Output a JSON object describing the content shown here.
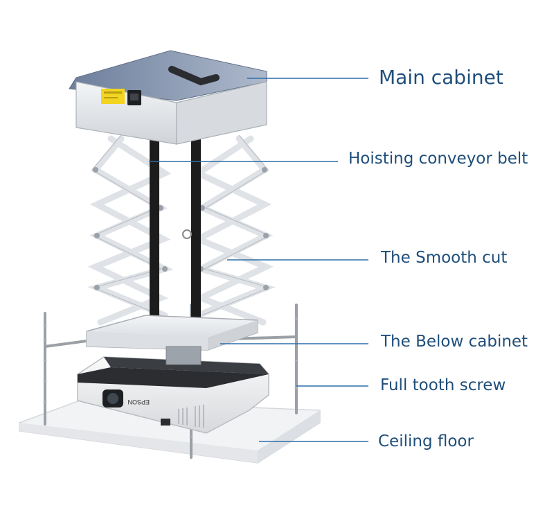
{
  "labels": {
    "main_cabinet": "Main cabinet",
    "hoisting_belt": "Hoisting conveyor belt",
    "smooth_cut": "The Smooth cut",
    "below_cabinet": "The Below cabinet",
    "tooth_screw": "Full tooth screw",
    "ceiling_floor": "Ceiling floor"
  },
  "projector": {
    "brand": "EPSON"
  },
  "colors": {
    "label_text": "#1f4e7a",
    "leader_line": "#2e6ea8",
    "cabinet_silver": "#e3e6ea",
    "belt": "#1c1c1c",
    "projector_body": "#ecedef",
    "warning_sticker": "#f1d520"
  }
}
